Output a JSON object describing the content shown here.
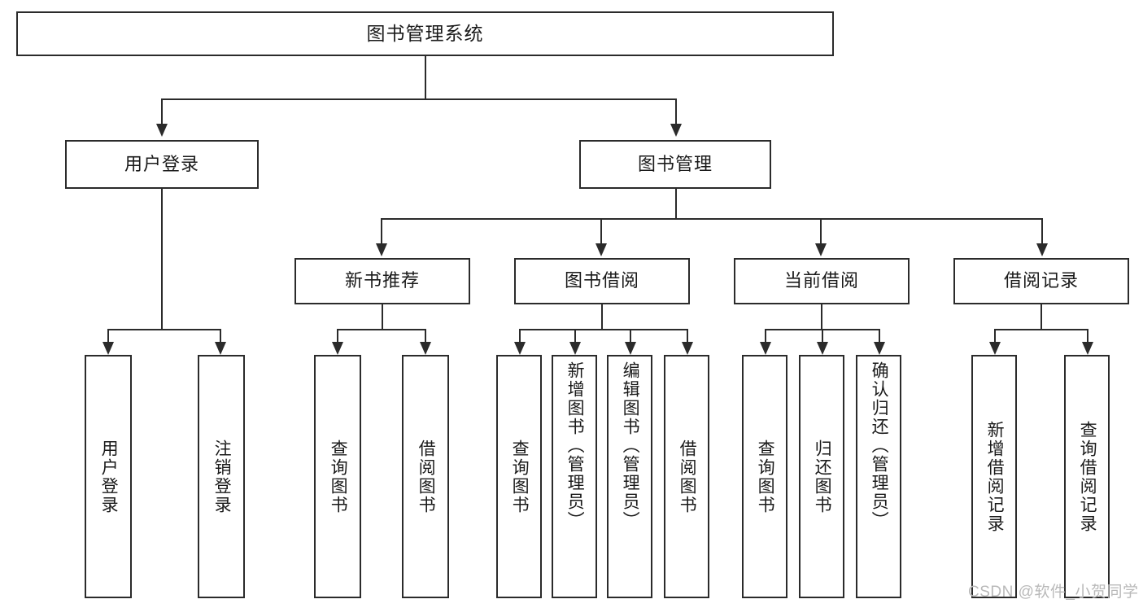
{
  "diagram": {
    "title": "图书管理系统",
    "watermark": "CSDN @软件_小贺同学",
    "root": {
      "label": "图书管理系统"
    },
    "level1": [
      {
        "label": "用户登录"
      },
      {
        "label": "图书管理"
      }
    ],
    "level2": [
      {
        "label": "新书推荐"
      },
      {
        "label": "图书借阅"
      },
      {
        "label": "当前借阅"
      },
      {
        "label": "借阅记录"
      }
    ],
    "leaves": {
      "user_login": [
        {
          "label": "用户登录"
        },
        {
          "label": "注销登录"
        }
      ],
      "new_book_recommend": [
        {
          "label": "查询图书"
        },
        {
          "label": "借阅图书"
        }
      ],
      "book_borrow": [
        {
          "label": "查询图书"
        },
        {
          "label": "新增图书（管理员）"
        },
        {
          "label": "编辑图书（管理员）"
        },
        {
          "label": "借阅图书"
        }
      ],
      "current_borrow": [
        {
          "label": "查询图书"
        },
        {
          "label": "归还图书"
        },
        {
          "label": "确认归还（管理员）"
        }
      ],
      "borrow_record": [
        {
          "label": "新增借阅记录"
        },
        {
          "label": "查询借阅记录"
        }
      ]
    }
  },
  "colors": {
    "stroke": "#2b2b2b",
    "background": "#ffffff",
    "text": "#1a1a1a",
    "watermark": "#b9b9b9"
  }
}
